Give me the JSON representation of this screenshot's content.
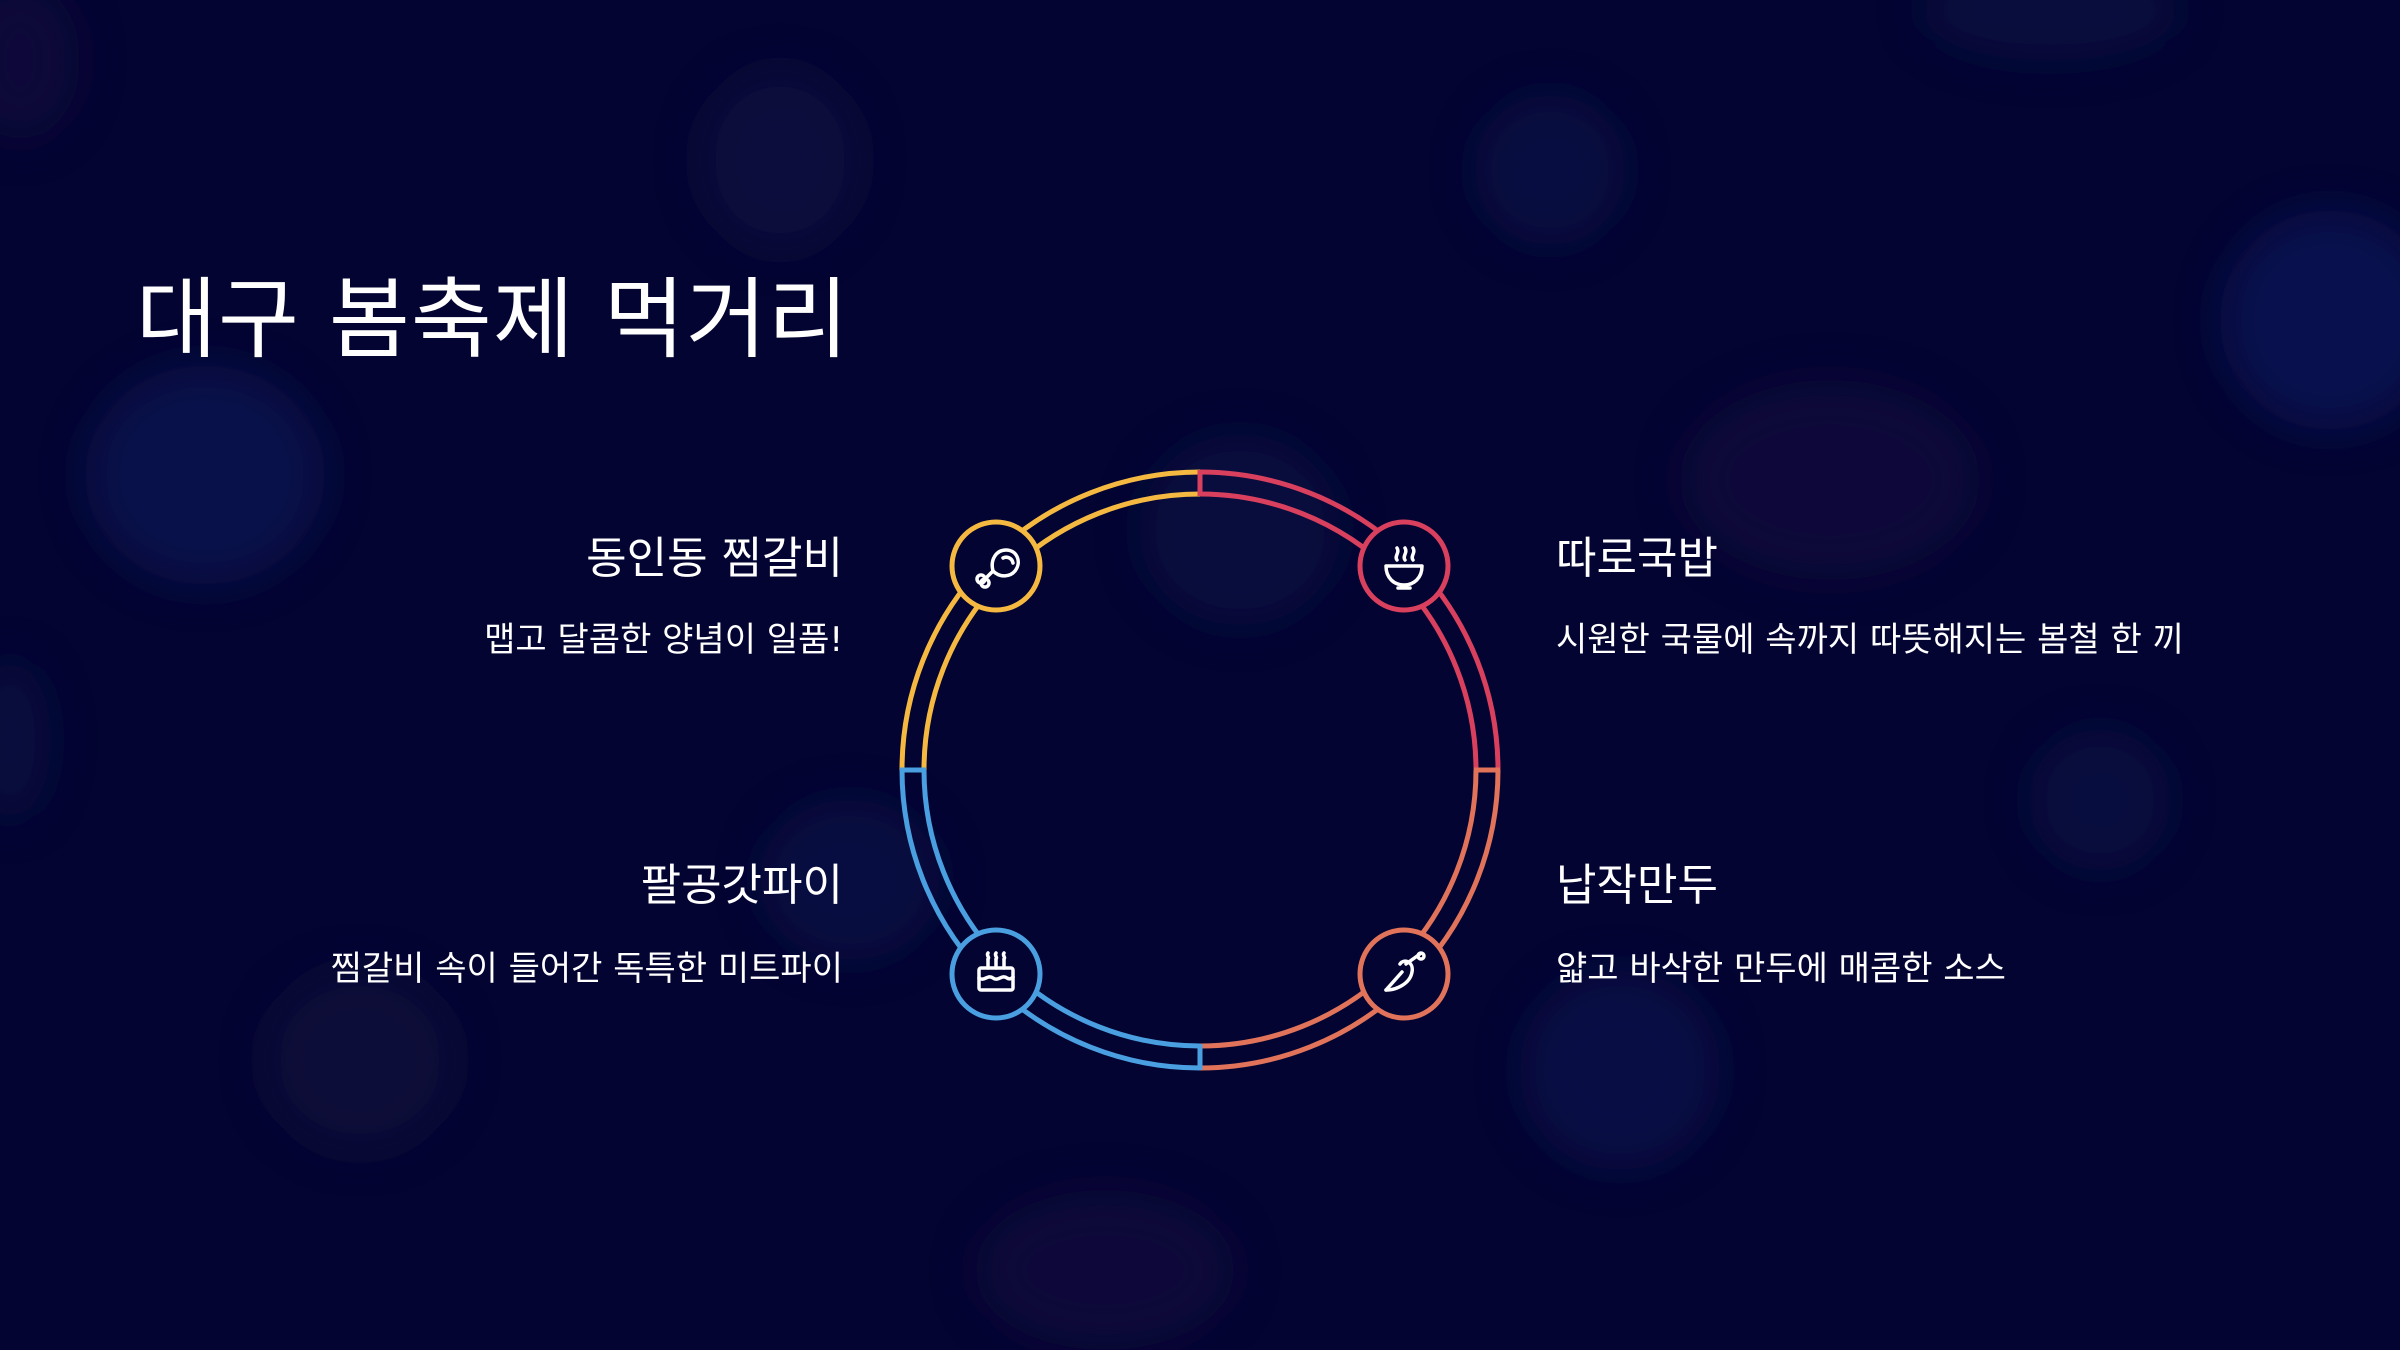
{
  "title": "대구 봄축제 먹거리",
  "colors": {
    "background": "#030431",
    "yellow": "#f5b942",
    "red": "#d9405e",
    "orange": "#e0735a",
    "blue": "#4a9fe0"
  },
  "items": [
    {
      "title": "동인동 찜갈비",
      "description": "맵고 달콤한 양념이 일품!",
      "icon": "drumstick-icon",
      "color": "#f5b942"
    },
    {
      "title": "따로국밥",
      "description": "시원한 국물에 속까지 따뜻해지는 봄철 한 끼",
      "icon": "soup-bowl-icon",
      "color": "#d9405e"
    },
    {
      "title": "납작만두",
      "description": "얇고 바삭한 만두에 매콤한 소스",
      "icon": "dumpling-icon",
      "color": "#e0735a"
    },
    {
      "title": "팔공갓파이",
      "description": "찜갈비 속이 들어간 독특한 미트파이",
      "icon": "cake-icon",
      "color": "#4a9fe0"
    }
  ]
}
